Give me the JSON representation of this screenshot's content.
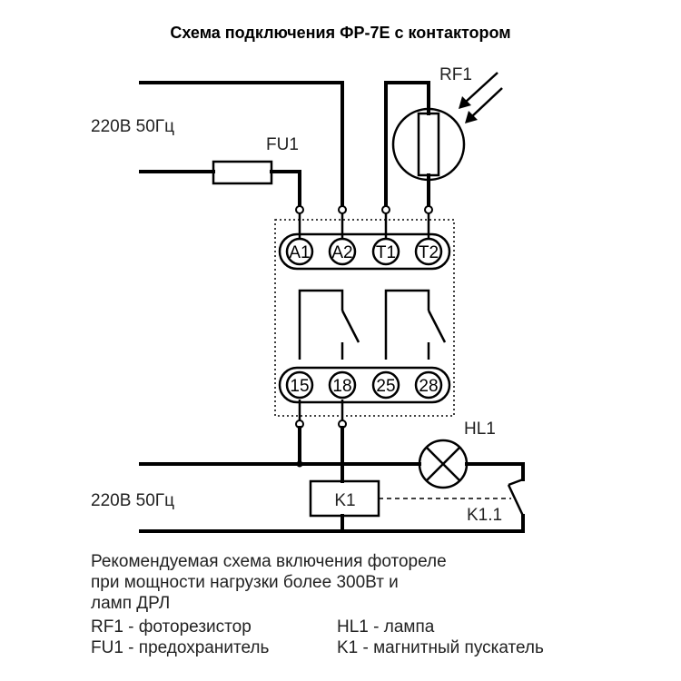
{
  "title": "Схема подключения ФР-7Е с контактором",
  "labels": {
    "supply_top": "220В 50Гц",
    "supply_bottom": "220В 50Гц",
    "fuse": "FU1",
    "photoresistor": "RF1",
    "lamp": "HL1",
    "contactor": "K1",
    "contactor_contact": "K1.1"
  },
  "terminals_top": [
    "A1",
    "A2",
    "T1",
    "T2"
  ],
  "terminals_bottom": [
    "15",
    "18",
    "25",
    "28"
  ],
  "notes": [
    "Рекомендуемая схема включения фотореле",
    "при мощности нагрузки более 300Вт и",
    "ламп ДРЛ"
  ],
  "legend_left": [
    "RF1 - фоторезистор",
    "FU1 - предохранитель"
  ],
  "legend_right": [
    "HL1 - лампа",
    "K1 - магнитный пускатель"
  ]
}
